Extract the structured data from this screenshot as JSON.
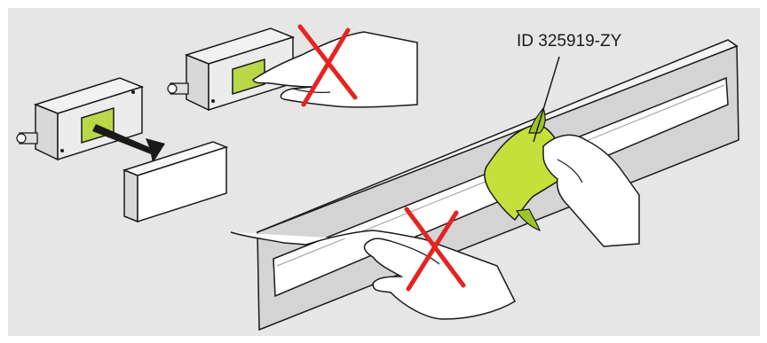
{
  "figure": {
    "callout_label": "ID 325919-ZY",
    "colors": {
      "background": "#e6e6e6",
      "frame": "#ffffff",
      "cloth": "#c5e03a",
      "cloth_dark": "#9fc42a",
      "sensor_window": "#b8d84a",
      "prohibited_mark": "#e52421",
      "arrow": "#1a1a1a",
      "outline": "#1a1a1a"
    },
    "icons": [
      "encoder-head",
      "cover-plate",
      "removal-arrow",
      "hand",
      "cleaning-cloth",
      "prohibited-cross",
      "scale-bar"
    ]
  }
}
